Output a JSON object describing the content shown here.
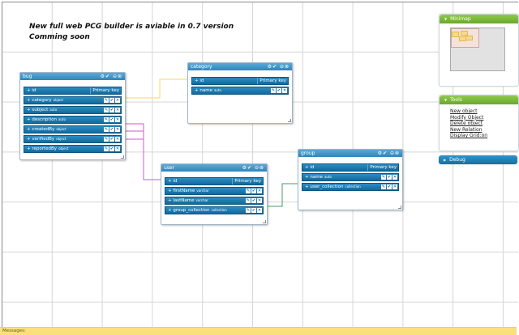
{
  "notice": {
    "line1": "New full web PCG builder is aviable in 0.7 version",
    "line2": "Comming soon"
  },
  "tables": {
    "bug": {
      "title": "bug",
      "controls": "⚙✔ ⊖⊗",
      "pk": {
        "name": "+ id",
        "label": "Primary key"
      },
      "fields": [
        {
          "name": "+ category",
          "type": "object"
        },
        {
          "name": "+ subject",
          "type": "auto"
        },
        {
          "name": "+ description",
          "type": "auto"
        },
        {
          "name": "+ createdBy",
          "type": "object"
        },
        {
          "name": "+ verifiedBy",
          "type": "object"
        },
        {
          "name": "+ reportedBy",
          "type": "object"
        }
      ]
    },
    "category": {
      "title": "category",
      "controls": "⚙✔ ⊖⊗",
      "pk": {
        "name": "+ id",
        "label": "Primary key"
      },
      "fields": [
        {
          "name": "+ name",
          "type": "auto"
        }
      ]
    },
    "user": {
      "title": "user",
      "controls": "⚙✔ ⊖⊗",
      "pk": {
        "name": "+ id",
        "label": "Primary key"
      },
      "fields": [
        {
          "name": "+ firstName",
          "type": "varchar"
        },
        {
          "name": "+ lastName",
          "type": "varchar"
        },
        {
          "name": "+ group_collection",
          "type": "collection"
        }
      ]
    },
    "group": {
      "title": "group",
      "controls": "⚙✔ ⊖⊗",
      "pk": {
        "name": "+ id",
        "label": "Primary key"
      },
      "fields": [
        {
          "name": "+ name",
          "type": "auto"
        },
        {
          "name": "+ user_collection",
          "type": "collection"
        }
      ]
    }
  },
  "row_buttons": {
    "edit": "✎",
    "ok": "✔",
    "delete": "✕"
  },
  "panels": {
    "minimap": {
      "title": "Minimap",
      "arrow": "▼"
    },
    "tools": {
      "title": "Tools",
      "arrow": "▼",
      "links": [
        "New object",
        "Modify Object",
        "Delete object",
        "New Relation",
        "Display Grid:on"
      ]
    },
    "debug": {
      "title": "Debug",
      "arrow": "▶"
    }
  },
  "messages": {
    "label": "Messages:"
  },
  "colors": {
    "table_header": "#2e86bd",
    "row": "#126a9e",
    "panel_green": "#6aa82c",
    "panel_blue": "#16709f",
    "message_bar": "#fbe07a",
    "link_category": "#f2d96a",
    "link_user": "#d05ac0",
    "link_group": "#4a9a6a"
  }
}
